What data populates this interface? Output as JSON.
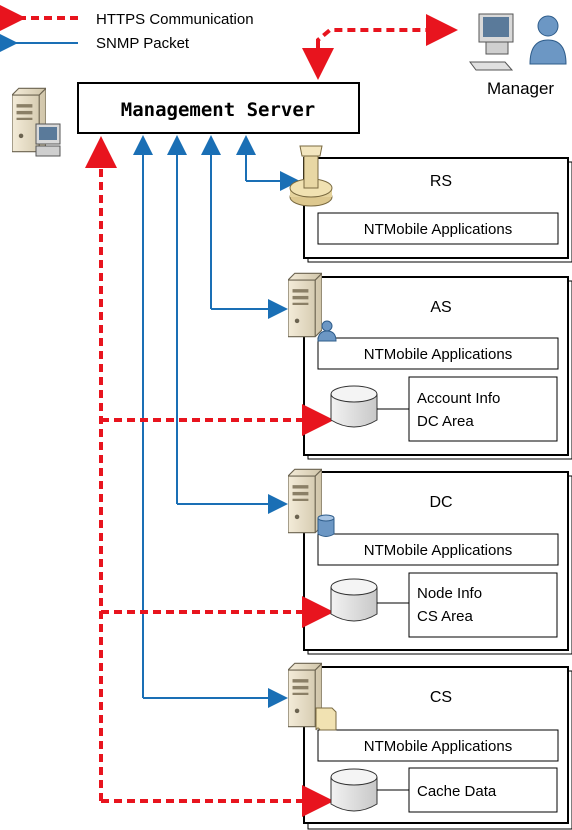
{
  "legend": {
    "https_label": "HTTPS Communication",
    "snmp_label": "SNMP Packet"
  },
  "management_server": {
    "title": "Management Server"
  },
  "manager": {
    "label": "Manager"
  },
  "nodes": [
    {
      "name": "RS",
      "app": "NTMobile Applications"
    },
    {
      "name": "AS",
      "app": "NTMobile Applications",
      "db_label_1": "Account Info",
      "db_label_2": "DC Area"
    },
    {
      "name": "DC",
      "app": "NTMobile Applications",
      "db_label_1": "Node Info",
      "db_label_2": "CS Area"
    },
    {
      "name": "CS",
      "app": "NTMobile Applications",
      "db_label_1": "Cache Data"
    }
  ],
  "colors": {
    "https": "#e8141e",
    "snmp": "#1a6fb5",
    "server_body": "#e6dcc6",
    "db_fill": "#dedede"
  }
}
